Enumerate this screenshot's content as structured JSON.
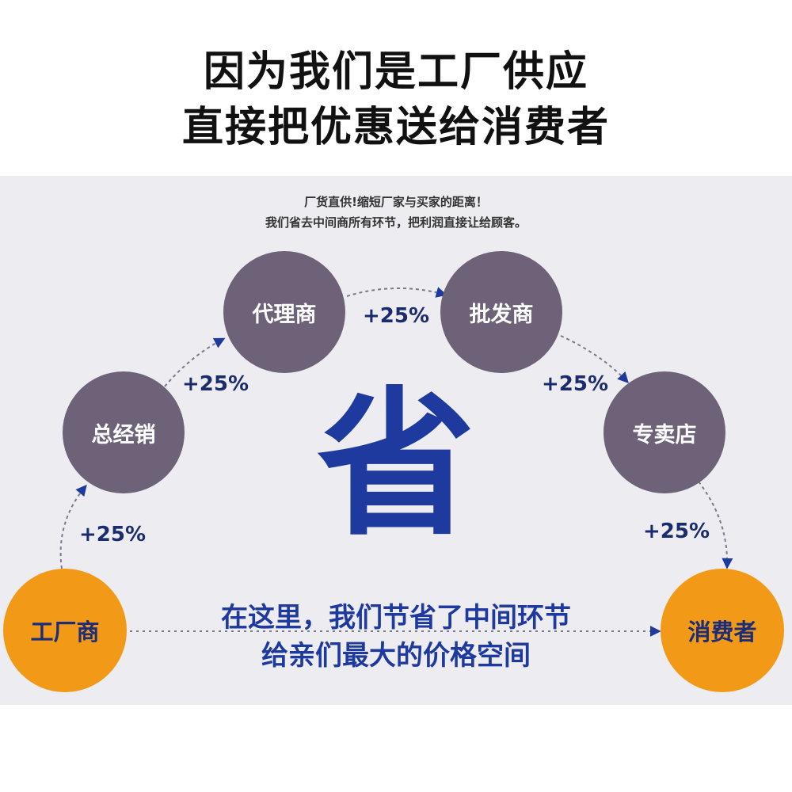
{
  "header": {
    "line1": "因为我们是工厂供应",
    "line2": "直接把优惠送给消费者"
  },
  "notes": {
    "line1": "厂货直供!缩短厂家与买家的距离！",
    "line2": "我们省去中间商所有环节，把利润直接让给顾客。"
  },
  "nodes": {
    "factory": "工厂商",
    "distributor": "总经销",
    "agent": "代理商",
    "wholesaler": "批发商",
    "store": "专卖店",
    "consumer": "消费者"
  },
  "markups": {
    "m1": "+25%",
    "m2": "+25%",
    "m3": "+25%",
    "m4": "+25%",
    "m5": "+25%"
  },
  "center": {
    "char": "省",
    "slogan1": "在这里，我们节省了中间环节",
    "slogan2": "给亲们最大的价格空间"
  },
  "colors": {
    "node_purple": "#6e6278",
    "node_orange": "#f29a17",
    "text_blue": "#1f3a9e",
    "arrow": "#7a7a8a",
    "arrowhead": "#1f3a9e"
  }
}
